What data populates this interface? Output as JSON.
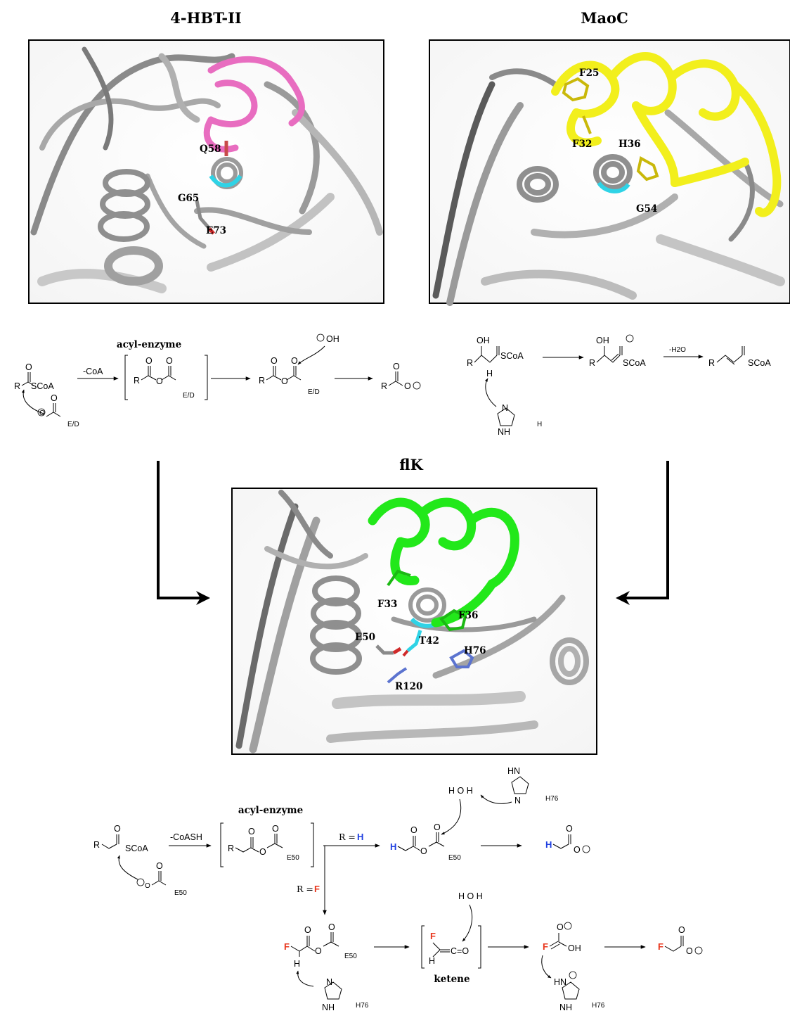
{
  "panels": {
    "hbt": {
      "title": "4-HBT-II",
      "residues": [
        "Q58",
        "G65",
        "E73"
      ]
    },
    "maoc": {
      "title": "MaoC",
      "residues": [
        "F25",
        "F32",
        "H36",
        "G54"
      ]
    },
    "flk": {
      "title": "flK",
      "residues": [
        "F33",
        "F36",
        "E50",
        "T42",
        "H76",
        "R120"
      ]
    }
  },
  "colors": {
    "hbt_loop": "#e86dc0",
    "maoc_helix": "#f2ef1c",
    "flk_loop": "#22e81a",
    "gly_cyan": "#2fd3e6",
    "protein_gray": "#b8b8b8",
    "fluorine_red": "#e8361c",
    "hydrogen_blue": "#1f3fe0"
  },
  "scheme_hbt": {
    "heading": "acyl-enzyme",
    "cond": "-CoA",
    "sub": "SCoA",
    "R": "R",
    "enz": "E/D",
    "oh": "OH",
    "O": "O"
  },
  "scheme_maoc": {
    "cond": "-H2O",
    "oh": "OH",
    "sub": "SCoA",
    "R": "R",
    "H": "H",
    "N": "N",
    "NH": "NH"
  },
  "scheme_flk": {
    "heading": "acyl-enzyme",
    "cond": "-CoASH",
    "sub": "SCoA",
    "R": "R",
    "enz": "E50",
    "branch_h_prefix": "R = ",
    "branch_h_atom": "H",
    "branch_f_prefix": "R = ",
    "branch_f_atom": "F",
    "H": "H",
    "F": "F",
    "O": "O",
    "water": "H O H",
    "his": "H76",
    "HN": "HN",
    "NH": "NH",
    "N": "N",
    "ketene_label": "ketene",
    "c_eq_o": "C=O",
    "oh": "OH"
  }
}
